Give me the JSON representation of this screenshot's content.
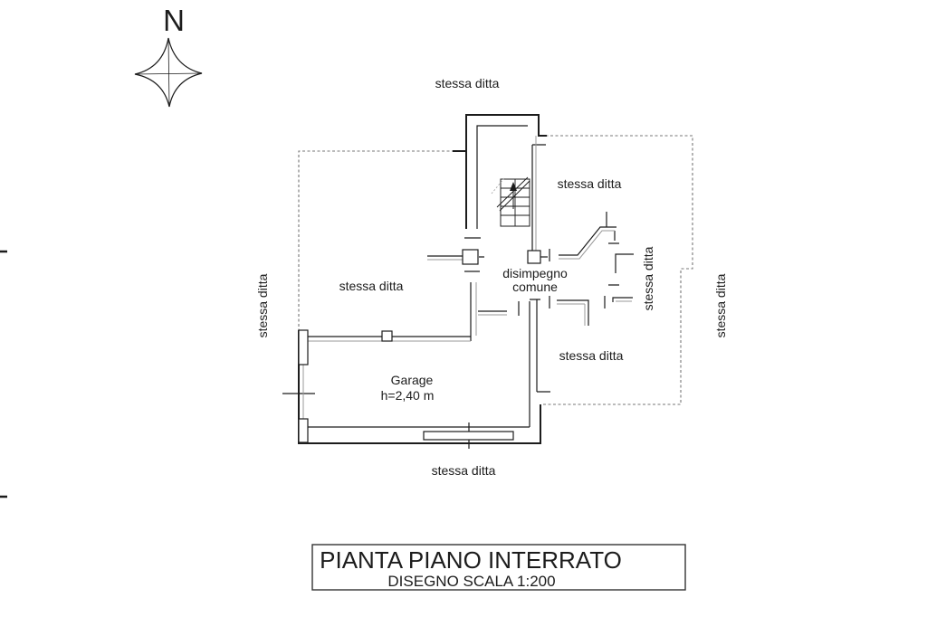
{
  "compass": {
    "north_label": "N"
  },
  "plan_labels": {
    "top_boundary": "stessa ditta",
    "upper_right_room": "stessa ditta",
    "left_room": "stessa ditta",
    "hallway_line1": "disimpegno",
    "hallway_line2": "comune",
    "lower_right_room": "stessa ditta",
    "bottom_boundary": "stessa ditta",
    "left_boundary_vertical": "stessa ditta",
    "right_inner_vertical": "stessa ditta",
    "right_boundary_vertical": "stessa ditta",
    "garage_name": "Garage",
    "garage_height": "h=2,40 m"
  },
  "title_block": {
    "title": "PIANTA PIANO INTERRATO",
    "subtitle": "DISEGNO SCALA 1:200"
  },
  "colors": {
    "ink": "#1c1c1c",
    "light_line": "#999999",
    "boundary_dash": "#777777",
    "background": "#ffffff"
  }
}
